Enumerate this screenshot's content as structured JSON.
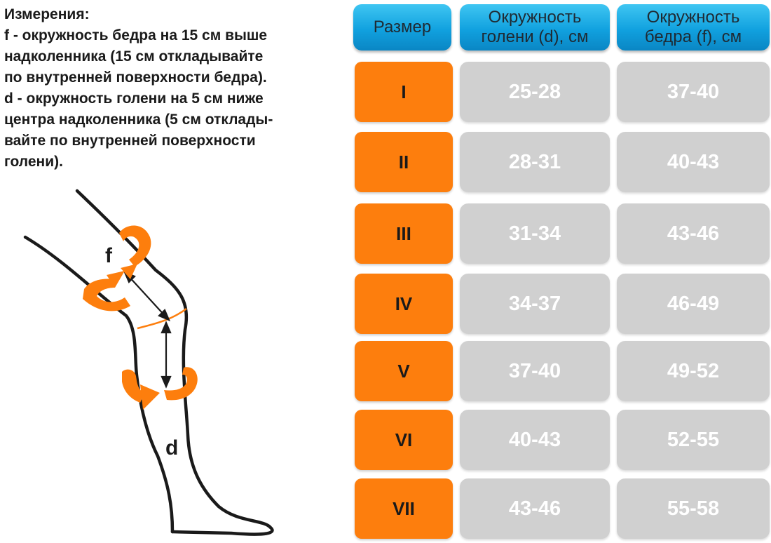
{
  "instructions": {
    "lines": [
      "Измерения:",
      "f - окружность бедра на 15 см выше",
      "надколенника (15 см откладывайте",
      "по внутренней поверхности бедра).",
      "d - окружность голени на 5 см ниже",
      "центра надколенника (5 см отклады-",
      "вайте по внутренней поверхности",
      "голени)."
    ]
  },
  "diagram": {
    "label_f": "f",
    "label_d": "d",
    "accent_color": "#fd7e0d"
  },
  "table": {
    "headers": {
      "size": "Размер",
      "calf": "Окружность\nголени (d), см",
      "thigh": "Окружность\nбедра (f), см"
    },
    "rows": [
      {
        "size": "I",
        "calf": "25-28",
        "thigh": "37-40"
      },
      {
        "size": "II",
        "calf": "28-31",
        "thigh": "40-43"
      },
      {
        "size": "III",
        "calf": "31-34",
        "thigh": "43-46"
      },
      {
        "size": "IV",
        "calf": "34-37",
        "thigh": "46-49"
      },
      {
        "size": "V",
        "calf": "37-40",
        "thigh": "49-52"
      },
      {
        "size": "VI",
        "calf": "40-43",
        "thigh": "52-55"
      },
      {
        "size": "VII",
        "calf": "43-46",
        "thigh": "55-58"
      }
    ],
    "colors": {
      "header": "#11a1df",
      "size_cell": "#fd7e0d",
      "value_cell": "#d0d0d0"
    }
  }
}
